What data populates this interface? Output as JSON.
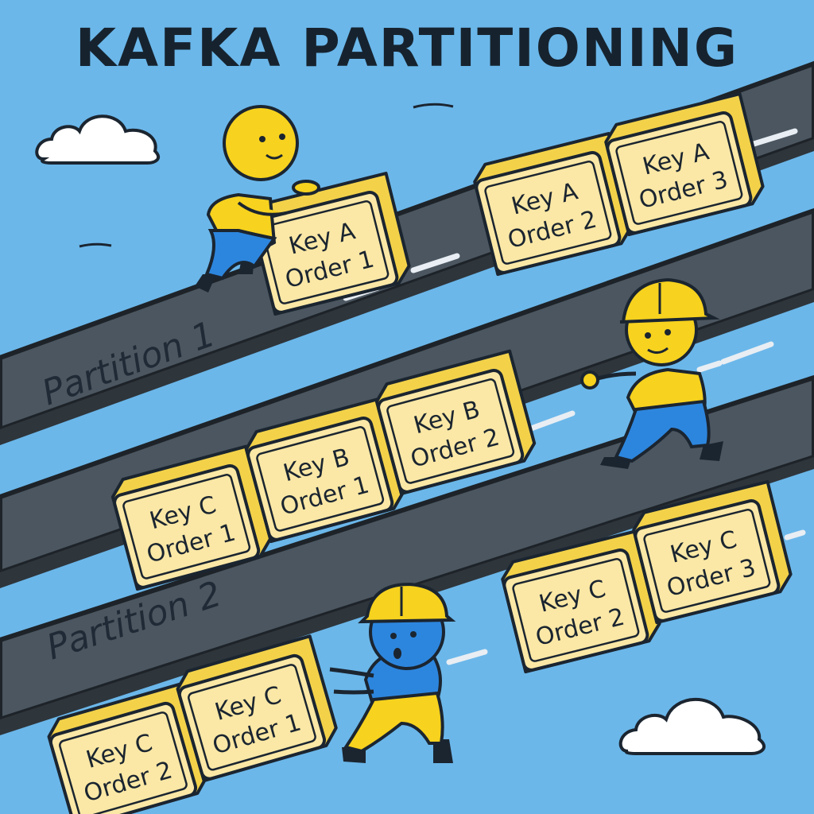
{
  "title": "KAFKA PARTITIONING",
  "colors": {
    "sky": "#6bb7ea",
    "road": "#4b5660",
    "road_edge": "#1d2328",
    "dash": "#e8eef3",
    "box_face": "#fbe8a6",
    "box_side": "#f3d24a",
    "yellow_char": "#f7d21e",
    "blue_char": "#2d86de"
  },
  "lanes": [
    {
      "label": "Partition 1"
    },
    {
      "label": ""
    },
    {
      "label": "Partition 2"
    }
  ],
  "boxes": [
    {
      "key": "Key A",
      "order": "Order 1"
    },
    {
      "key": "Key A",
      "order": "Order 2"
    },
    {
      "key": "Key A",
      "order": "Order 3"
    },
    {
      "key": "Key C",
      "order": "Order 1"
    },
    {
      "key": "Key B",
      "order": "Order 1"
    },
    {
      "key": "Key B",
      "order": "Order 2"
    },
    {
      "key": "Key C",
      "order": "Order 2"
    },
    {
      "key": "Key C",
      "order": "Order 3"
    },
    {
      "key": "Key C",
      "order": "Order 2"
    },
    {
      "key": "Key C",
      "order": "Order 1"
    }
  ],
  "characters": [
    {
      "name": "yellow-character",
      "helmet": false
    },
    {
      "name": "yellow-worker",
      "helmet": true
    },
    {
      "name": "blue-worker",
      "helmet": true
    }
  ]
}
